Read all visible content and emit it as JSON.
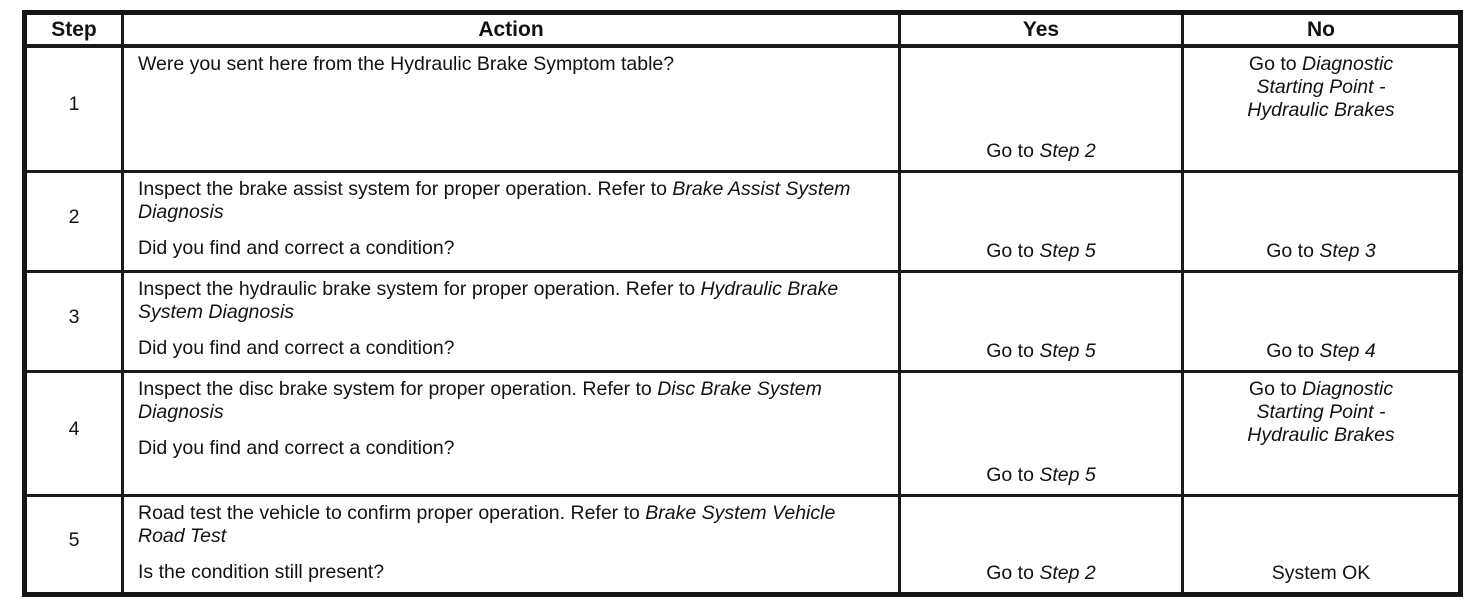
{
  "document": {
    "type": "diagnostic-table",
    "text_color": "#121212",
    "border_color": "#1a1a1a",
    "background_color": "#ffffff"
  },
  "table": {
    "headers": {
      "step": "Step",
      "action": "Action",
      "yes": "Yes",
      "no": "No"
    },
    "rows": [
      {
        "step": "1",
        "action": {
          "text": "Were you sent here from the Hydraulic Brake Symptom table?",
          "ref": "",
          "question": ""
        },
        "yes": {
          "prefix": "Go to",
          "ref": "Step 2"
        },
        "no": {
          "prefix": "Go to",
          "ref": "Diagnostic Starting Point - Hydraulic Brakes"
        }
      },
      {
        "step": "2",
        "action": {
          "text": "Inspect the brake assist system for proper operation. Refer to",
          "ref": "Brake Assist System Diagnosis",
          "question": "Did you find and correct a condition?"
        },
        "yes": {
          "prefix": "Go to",
          "ref": "Step 5"
        },
        "no": {
          "prefix": "Go to",
          "ref": "Step 3"
        }
      },
      {
        "step": "3",
        "action": {
          "text": "Inspect the hydraulic brake system for proper operation. Refer to",
          "ref": "Hydraulic Brake System Diagnosis",
          "question": "Did you find and correct a condition?"
        },
        "yes": {
          "prefix": "Go to",
          "ref": "Step 5"
        },
        "no": {
          "prefix": "Go to",
          "ref": "Step 4"
        }
      },
      {
        "step": "4",
        "action": {
          "text": "Inspect the disc brake system for proper operation. Refer to",
          "ref": "Disc Brake System Diagnosis",
          "question": "Did you find and correct a condition?"
        },
        "yes": {
          "prefix": "Go to",
          "ref": "Step 5"
        },
        "no": {
          "prefix": "Go to",
          "ref": "Diagnostic Starting Point - Hydraulic Brakes"
        }
      },
      {
        "step": "5",
        "action": {
          "text": "Road test the vehicle to confirm proper operation. Refer to",
          "ref": "Brake System Vehicle Road Test",
          "question": "Is the condition still present?"
        },
        "yes": {
          "prefix": "Go to",
          "ref": "Step 2"
        },
        "no": {
          "text": "System OK"
        }
      }
    ]
  }
}
